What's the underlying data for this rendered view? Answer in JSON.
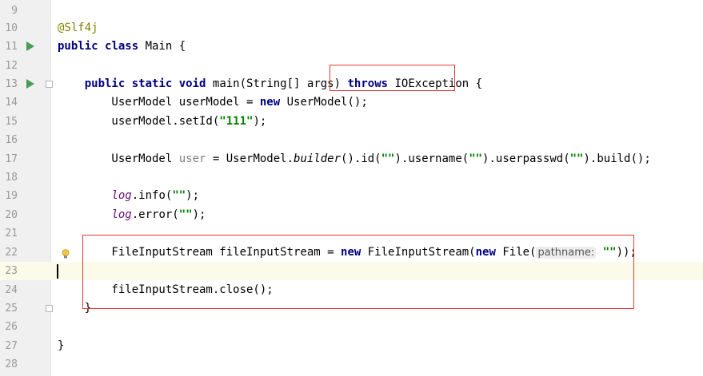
{
  "lines": [
    {
      "num": "9",
      "tokens": []
    },
    {
      "num": "10",
      "tokens": [
        {
          "t": "@Slf4j",
          "c": "anno"
        }
      ]
    },
    {
      "num": "11",
      "tokens": [
        {
          "t": "public",
          "c": "kw"
        },
        {
          "t": " "
        },
        {
          "t": "class",
          "c": "kw"
        },
        {
          "t": " Main {"
        }
      ]
    },
    {
      "num": "12",
      "tokens": []
    },
    {
      "num": "13",
      "tokens": [
        {
          "t": "    "
        },
        {
          "t": "public",
          "c": "kw"
        },
        {
          "t": " "
        },
        {
          "t": "static",
          "c": "kw"
        },
        {
          "t": " "
        },
        {
          "t": "void",
          "c": "kw"
        },
        {
          "t": " main(String[] args) "
        },
        {
          "t": "throws",
          "c": "kw"
        },
        {
          "t": " IOException {"
        }
      ]
    },
    {
      "num": "14",
      "tokens": [
        {
          "t": "        UserModel userModel = "
        },
        {
          "t": "new",
          "c": "kw"
        },
        {
          "t": " UserModel();"
        }
      ]
    },
    {
      "num": "15",
      "tokens": [
        {
          "t": "        userModel.setId("
        },
        {
          "t": "\"111\"",
          "c": "str"
        },
        {
          "t": ");"
        }
      ]
    },
    {
      "num": "16",
      "tokens": []
    },
    {
      "num": "17",
      "tokens": [
        {
          "t": "        UserModel "
        },
        {
          "t": "user",
          "c": "unused"
        },
        {
          "t": " = UserModel."
        },
        {
          "t": "builder",
          "c": "static"
        },
        {
          "t": "().id("
        },
        {
          "t": "\"\"",
          "c": "str"
        },
        {
          "t": ").username("
        },
        {
          "t": "\"\"",
          "c": "str"
        },
        {
          "t": ").userpasswd("
        },
        {
          "t": "\"\"",
          "c": "str"
        },
        {
          "t": ").build();"
        }
      ]
    },
    {
      "num": "18",
      "tokens": []
    },
    {
      "num": "19",
      "tokens": [
        {
          "t": "        "
        },
        {
          "t": "log",
          "c": "static-field"
        },
        {
          "t": ".info("
        },
        {
          "t": "\"\"",
          "c": "str"
        },
        {
          "t": ");"
        }
      ]
    },
    {
      "num": "20",
      "tokens": [
        {
          "t": "        "
        },
        {
          "t": "log",
          "c": "static-field"
        },
        {
          "t": ".error("
        },
        {
          "t": "\"\"",
          "c": "str"
        },
        {
          "t": ");"
        }
      ]
    },
    {
      "num": "21",
      "tokens": []
    },
    {
      "num": "22",
      "tokens": [
        {
          "t": "        FileInputStream fileInputStream = "
        },
        {
          "t": "new",
          "c": "kw"
        },
        {
          "t": " FileInputStream("
        },
        {
          "t": "new",
          "c": "kw"
        },
        {
          "t": " File("
        },
        {
          "t": "pathname:",
          "c": "hint"
        },
        {
          "t": " "
        },
        {
          "t": "\"\"",
          "c": "str"
        },
        {
          "t": "));"
        }
      ]
    },
    {
      "num": "23",
      "tokens": []
    },
    {
      "num": "24",
      "tokens": [
        {
          "t": "        fileInputStream.close();"
        }
      ]
    },
    {
      "num": "25",
      "tokens": [
        {
          "t": "    }"
        }
      ]
    },
    {
      "num": "26",
      "tokens": []
    },
    {
      "num": "27",
      "tokens": [
        {
          "t": "}"
        }
      ]
    },
    {
      "num": "28",
      "tokens": []
    }
  ],
  "gutter_icons": {
    "run": "run-icon",
    "fold": "fold-icon",
    "intention": "bulb-icon"
  },
  "colors": {
    "keyword": "#000080",
    "annotation": "#808000",
    "string": "#008000",
    "highlight_box": "#e53935",
    "run_icon": "#499c54"
  }
}
